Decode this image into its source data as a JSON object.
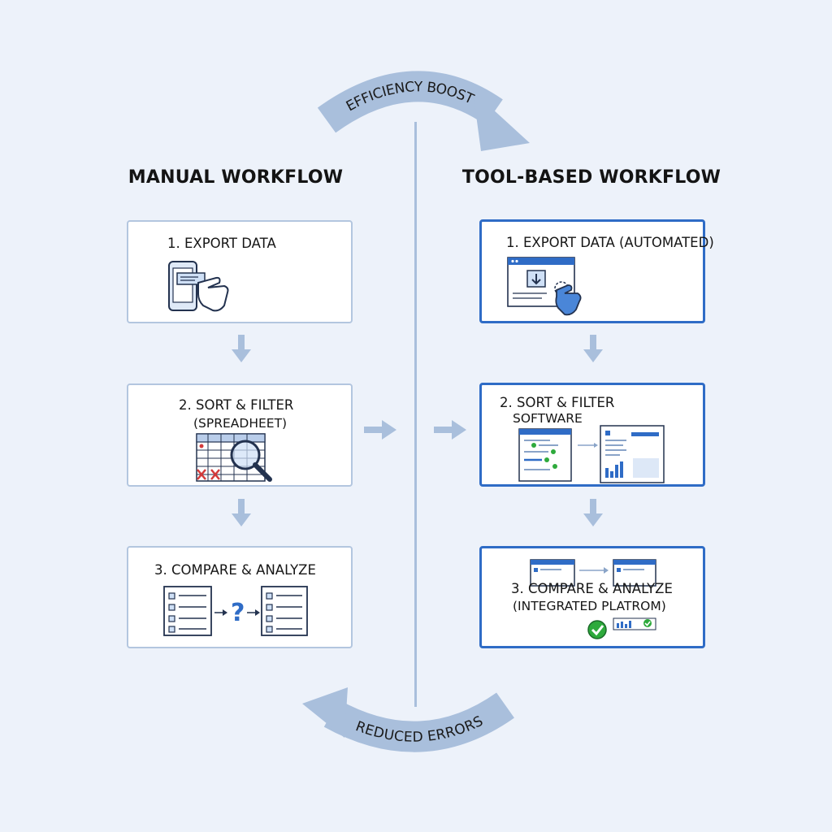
{
  "cycle": {
    "top_label": "EFFICIENCY BOOST",
    "bottom_label": "REDUCED ERRORS"
  },
  "manual": {
    "title": "MANUAL WORKFLOW",
    "steps": [
      {
        "label": "1. EXPORT DATA"
      },
      {
        "label": "2. SORT & FILTER",
        "sublabel": "(SPREADHEET)"
      },
      {
        "label": "3. COMPARE & ANALYZE"
      }
    ],
    "icons": [
      "tablet-hand-icon",
      "spreadsheet-magnifier-icon",
      "list-compare-question-icon"
    ]
  },
  "tool": {
    "title": "TOOL-BASED WORKFLOW",
    "steps": [
      {
        "label": "1. EXPORT DATA (AUTOMATED)"
      },
      {
        "label": "2. SORT & FILTER",
        "sublabel": "SOFTWARE"
      },
      {
        "label": "3. COMPARE & ANALYZE",
        "sublabel": "(INTEGRATED PLATROM)"
      }
    ],
    "icons": [
      "browser-download-click-icon",
      "software-dashboard-icon",
      "platform-check-icon"
    ]
  },
  "colors": {
    "accent": "#2f6cc6",
    "arrow": "#a9bfdc",
    "check": "#2eaa3c",
    "error": "#d43a3a"
  }
}
